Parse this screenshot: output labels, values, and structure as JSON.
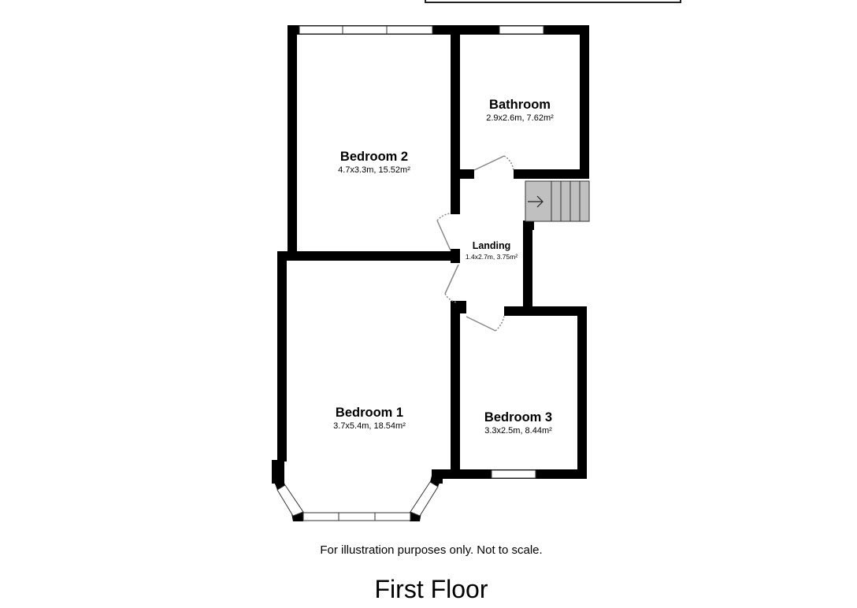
{
  "plan": {
    "floor_title": "First Floor",
    "disclaimer": "For illustration purposes only. Not to scale.",
    "colors": {
      "wall": "#000000",
      "window": "#ffffff",
      "stairs": "#c0c0c0",
      "door_swing": "#888888"
    },
    "rooms": [
      {
        "name": "Bedroom 2",
        "dims": "4.7x3.3m, 15.52m²"
      },
      {
        "name": "Bathroom",
        "dims": "2.9x2.6m, 7.62m²"
      },
      {
        "name": "Landing",
        "dims": "1.4x2.7m, 3.75m²"
      },
      {
        "name": "Bedroom 1",
        "dims": "3.7x5.4m, 18.54m²"
      },
      {
        "name": "Bedroom 3",
        "dims": "3.3x2.5m, 8.44m²"
      }
    ],
    "stairs_icon": "arrow-right-icon"
  }
}
